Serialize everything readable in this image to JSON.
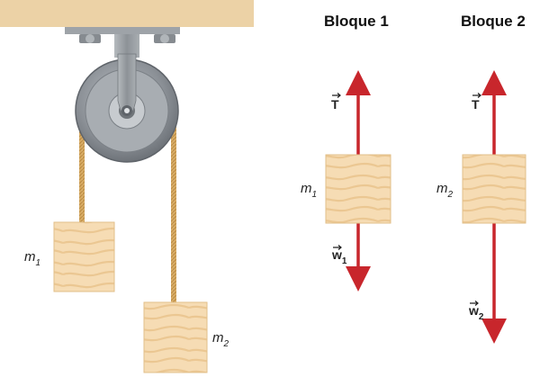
{
  "headings": {
    "block1": "Bloque 1",
    "block2": "Bloque 2"
  },
  "pulley_diagram": {
    "mass_left": {
      "symbol": "m",
      "subscript": "1"
    },
    "mass_right": {
      "symbol": "m",
      "subscript": "2"
    }
  },
  "free_body_1": {
    "mass": {
      "symbol": "m",
      "subscript": "1"
    },
    "tension": {
      "symbol": "T"
    },
    "weight": {
      "symbol": "w",
      "subscript": "1"
    }
  },
  "free_body_2": {
    "mass": {
      "symbol": "m",
      "subscript": "2"
    },
    "tension": {
      "symbol": "T"
    },
    "weight": {
      "symbol": "w",
      "subscript": "2"
    }
  },
  "colors": {
    "ceiling": "#ecd2a6",
    "block_fill": "#f6dcb4",
    "block_grain": "#eac48f",
    "rope": "#d4a860",
    "pulley_outer": "#8e9399",
    "pulley_inner": "#c2c6ca",
    "bracket": "#9ea3a8",
    "arrow": "#c8262c"
  }
}
